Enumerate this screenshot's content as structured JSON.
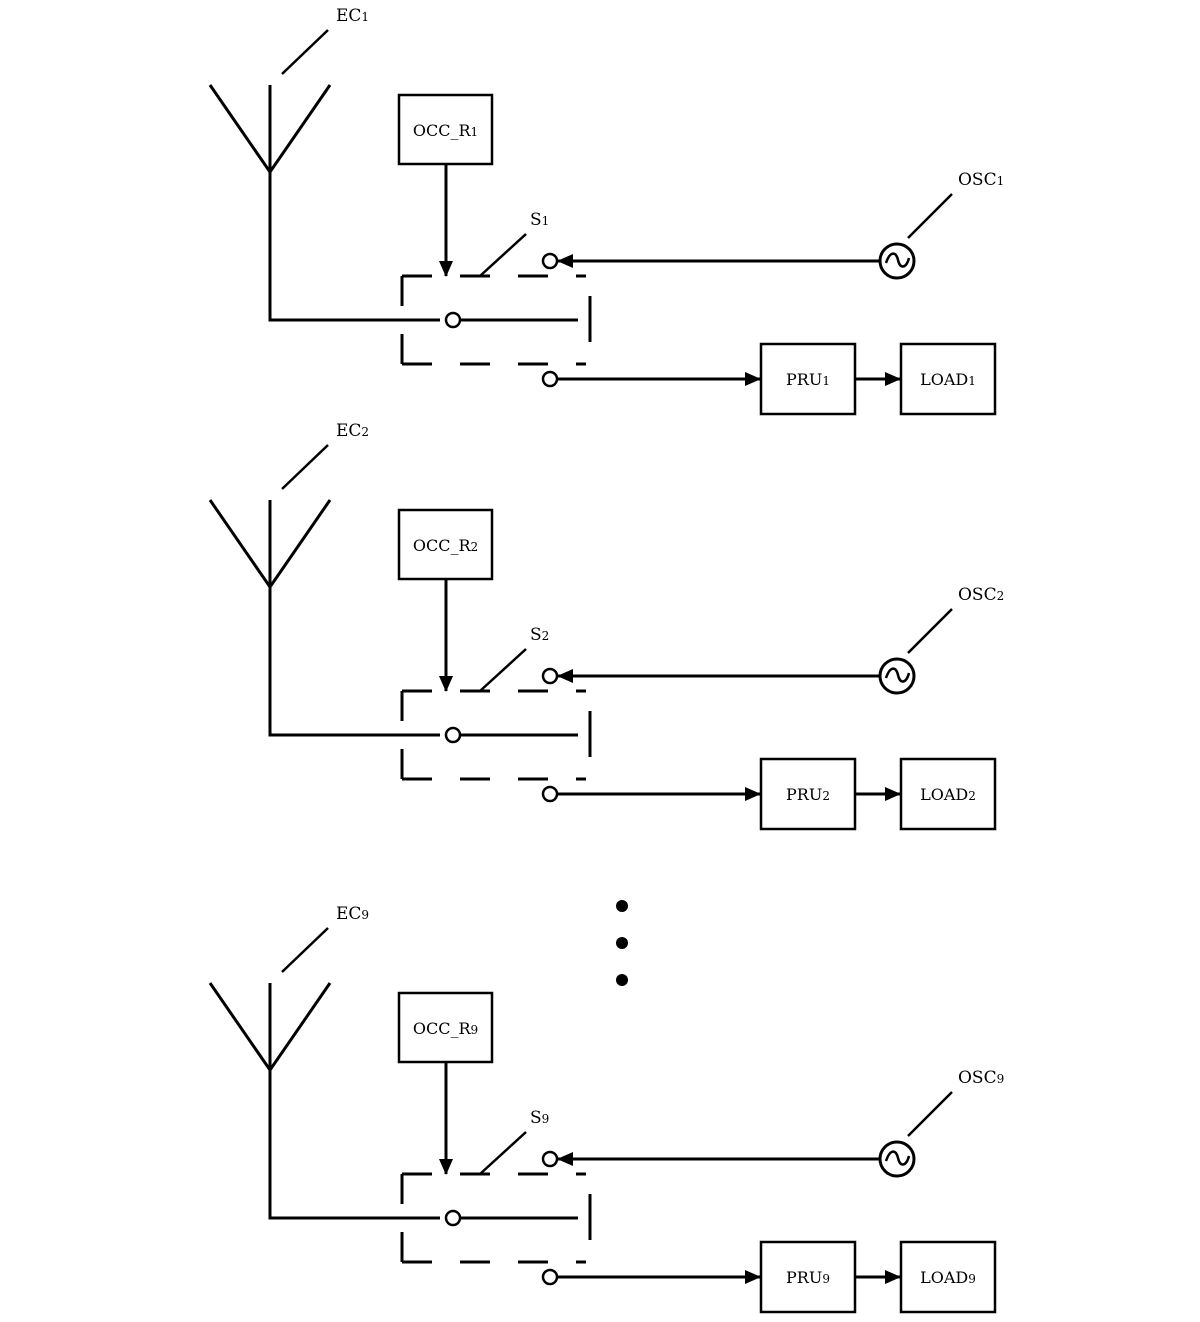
{
  "blocks": [
    {
      "antenna": "EC",
      "antenna_sub": "1",
      "controller": "OCC_R",
      "controller_sub": "1",
      "switch": "S",
      "switch_sub": "1",
      "oscillator": "OSC",
      "oscillator_sub": "1",
      "pru": "PRU",
      "pru_sub": "1",
      "load": "LOAD",
      "load_sub": "1"
    },
    {
      "antenna": "EC",
      "antenna_sub": "2",
      "controller": "OCC_R",
      "controller_sub": "2",
      "switch": "S",
      "switch_sub": "2",
      "oscillator": "OSC",
      "oscillator_sub": "2",
      "pru": "PRU",
      "pru_sub": "2",
      "load": "LOAD",
      "load_sub": "2"
    },
    {
      "antenna": "EC",
      "antenna_sub": "9",
      "controller": "OCC_R",
      "controller_sub": "9",
      "switch": "S",
      "switch_sub": "9",
      "oscillator": "OSC",
      "oscillator_sub": "9",
      "pru": "PRU",
      "pru_sub": "9",
      "load": "LOAD",
      "load_sub": "9"
    }
  ],
  "ellipsis_dots": 3
}
